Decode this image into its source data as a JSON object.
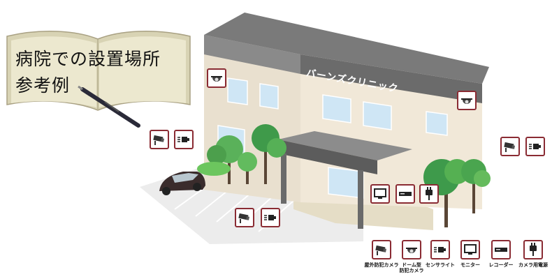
{
  "title_card": {
    "line1": "病院での設置場所",
    "line2": "参考例"
  },
  "building": {
    "sign_text": "バーンズクリニック",
    "colors": {
      "roof": "#6b6b6b",
      "wall": "#efe6d6",
      "window": "#cfe6f5",
      "canopy": "#6a6a6a",
      "badge_border": "#8a2b33"
    }
  },
  "placements": [
    {
      "icon": "dome-camera-icon"
    },
    {
      "icon": "dome-camera-icon"
    },
    {
      "icon": "box-camera-icon"
    },
    {
      "icon": "sensor-light-icon"
    },
    {
      "icon": "box-camera-icon"
    },
    {
      "icon": "sensor-light-icon"
    },
    {
      "icon": "box-camera-icon"
    },
    {
      "icon": "sensor-light-icon"
    },
    {
      "icon": "monitor-icon"
    },
    {
      "icon": "recorder-icon"
    },
    {
      "icon": "power-plug-icon"
    }
  ],
  "legend": [
    {
      "icon": "box-camera-icon",
      "label_lines": [
        "屋外防犯カメラ"
      ]
    },
    {
      "icon": "dome-camera-icon",
      "label_lines": [
        "ドーム型",
        "防犯カメラ"
      ]
    },
    {
      "icon": "sensor-light-icon",
      "label_lines": [
        "センサライト"
      ]
    },
    {
      "icon": "monitor-icon",
      "label_lines": [
        "モニター"
      ]
    },
    {
      "icon": "recorder-icon",
      "label_lines": [
        "レコーダー"
      ]
    },
    {
      "icon": "power-plug-icon",
      "label_lines": [
        "カメラ用電源"
      ]
    }
  ]
}
